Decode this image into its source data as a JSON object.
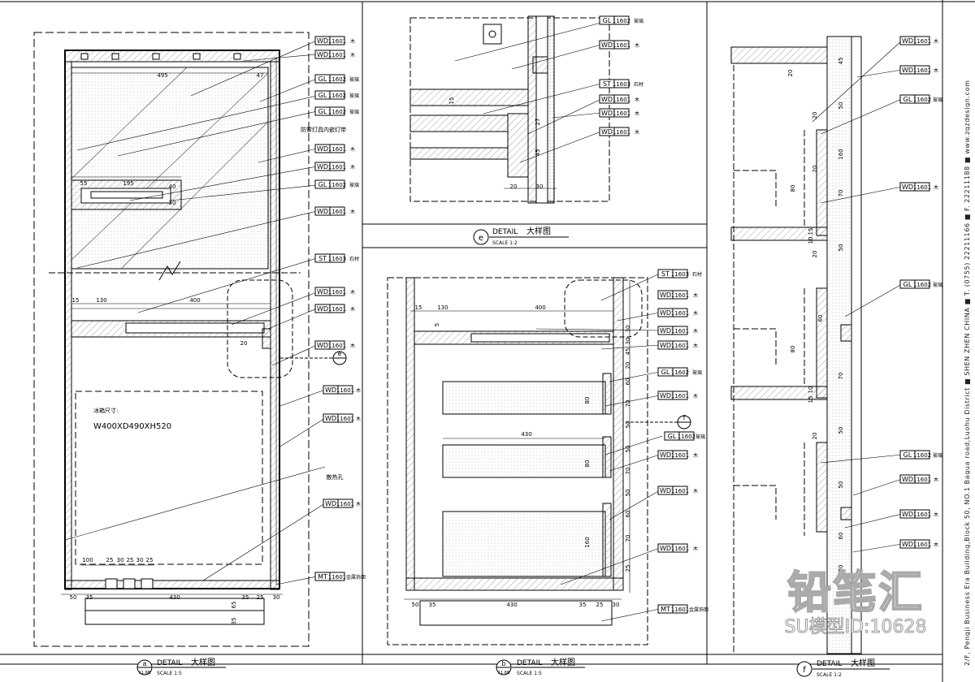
{
  "tags": {
    "WD": "WD",
    "GL": "GL",
    "ST": "ST",
    "MT": "MT",
    "code": "11601",
    "code_gl": "11602",
    "code_st": "11603",
    "note_wood": "木",
    "note_glass": "玻璃",
    "note_stone": "石材",
    "note_metal": "金属饰面"
  },
  "panel_a": {
    "dims": {
      "d495": "495",
      "d47": "47",
      "d55": "55",
      "d195": "195",
      "d40": "40",
      "d30": "30",
      "d15": "15",
      "d130": "130",
      "d400": "400",
      "d20": "20",
      "bottom_top": [
        "100",
        "25",
        "30",
        "25",
        "30",
        "25"
      ],
      "bottom": [
        "50",
        "35",
        "430",
        "35",
        "25",
        "30"
      ],
      "v65": "65",
      "v35": "35"
    },
    "fridge_label": "冰箱尺寸:",
    "fridge_size": "W400XD490XH520",
    "note_led": "防雾灯具内嵌灯带",
    "note_hole": "散热孔",
    "marker_e": "e"
  },
  "panel_e": {
    "dims": {
      "d15": "15",
      "d27": "27",
      "d45": "45",
      "d20": "20",
      "d30": "30"
    }
  },
  "panel_b": {
    "dims": {
      "d15": "15",
      "d130": "130",
      "d400": "400",
      "d430": "430",
      "right": [
        "30",
        "30",
        "45",
        "20",
        "60",
        "70",
        "50",
        "50",
        "70",
        "50",
        "60",
        "70",
        "25"
      ],
      "d80a": "80",
      "d80b": "80",
      "d160": "160",
      "d5": "5",
      "bottom": [
        "50",
        "35",
        "430",
        "35",
        "25",
        "30"
      ]
    },
    "marker_f": "f"
  },
  "panel_f": {
    "dims": [
      "20",
      "45",
      "20",
      "50",
      "20",
      "80",
      "160",
      "70",
      "15",
      "10",
      "20",
      "50",
      "60",
      "80",
      "70",
      "10",
      "15",
      "50",
      "20",
      "50",
      "60",
      "70"
    ]
  },
  "titles": {
    "detail": "DETAIL",
    "title_cn": "大样图",
    "e": {
      "letter": "e",
      "scale": "SCALE   1:2"
    },
    "a": {
      "letter": "a",
      "sub": "11.6B",
      "scale": "SCALE   1:5"
    },
    "b": {
      "letter": "b",
      "sub": "11.6B",
      "scale": "SCALE   1:5"
    },
    "f": {
      "letter": "f",
      "scale": "SCALE   1:2"
    }
  },
  "side_text": "2/F, Pengji Business Era Building,Block 50, NO.1 Bagua road,Luohu District ■ SHEN ZHEN CHINA ■ T. (0755) 22211166 ■ F. 22211188 ■ www.zqzdesign.com",
  "watermark": {
    "logo": "铅笔汇",
    "line2": "SU模型ID:10628"
  }
}
